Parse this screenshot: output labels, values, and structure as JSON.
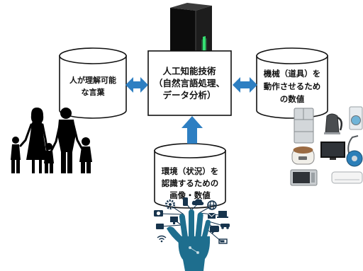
{
  "diagram": {
    "center_box": {
      "lines": [
        "人工知能技術",
        "（自然言語処理、",
        "データ分析）"
      ]
    },
    "human_language": {
      "lines": [
        "人が理解可能",
        "な言葉"
      ]
    },
    "machine_values": {
      "lines": [
        "機械（道具）を",
        "動作させるため",
        "の数値"
      ]
    },
    "environment_data": {
      "lines": [
        "環境（状況）を",
        "認識するための",
        "画像・数値"
      ]
    }
  },
  "icons": {
    "top": "server-icon",
    "left": "family-silhouette-icon",
    "right": [
      "refrigerator-icon",
      "kettle-icon",
      "washing-machine-icon",
      "rice-cooker-icon",
      "tv-icon",
      "vacuum-cleaner-icon",
      "microwave-icon",
      "air-conditioner-icon"
    ],
    "bottom": "hand-tree-icon"
  },
  "colors": {
    "arrow": "#2e7fc2",
    "box_stroke": "#111111",
    "hand": "#1e6e8e",
    "tech_icons": "#17344d",
    "server_light": "#39f27a"
  }
}
